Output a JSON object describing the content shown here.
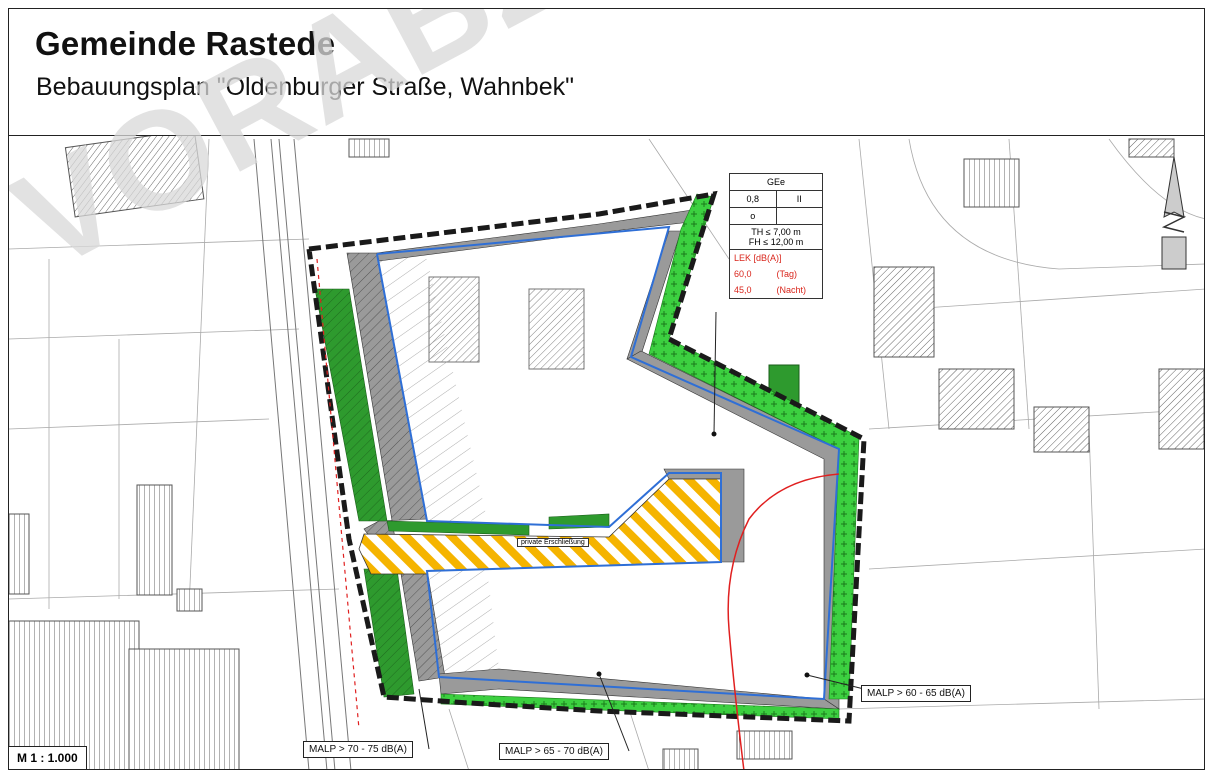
{
  "header": {
    "title": "Gemeinde Rastede",
    "subtitle": "Bebauungsplan \"Oldenburger Straße, Wahnbek\""
  },
  "watermark": "VORABZUG",
  "scale": "M 1 : 1.000",
  "nutzungsschablone": {
    "zone": "GEe",
    "grz": "0,8",
    "geschosse": "II",
    "bauweise": "o",
    "th": "TH ≤ 7,00 m",
    "fh": "FH ≤ 12,00 m",
    "lek_label": "LEK [dB(A)]",
    "tag_value": "60,0",
    "tag_label": "(Tag)",
    "nacht_value": "45,0",
    "nacht_label": "(Nacht)"
  },
  "inline_label": "private Erschließung",
  "noise_labels": {
    "malp_70_75": "MALP > 70 - 75 dB(A)",
    "malp_65_70": "MALP > 65 - 70 dB(A)",
    "malp_60_65": "MALP > 60 - 65 dB(A)"
  },
  "colors": {
    "boundary": "#1a1a1a",
    "blue_line": "#2f6fd6",
    "green_dark": "#2e9a2e",
    "green_light": "#3cd040",
    "yellow": "#f5b400",
    "gray_band": "#9a9a9a",
    "red_line": "#e02020"
  }
}
